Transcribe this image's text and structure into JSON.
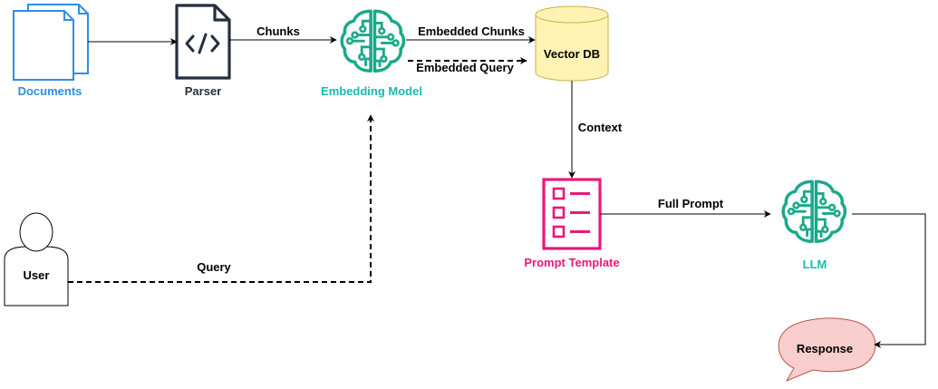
{
  "nodes": {
    "documents": {
      "label": "Documents",
      "icon": "documents-icon",
      "color": "#2d8ee6"
    },
    "parser": {
      "label": "Parser",
      "icon": "code-file-icon",
      "color": "#232f3e"
    },
    "embedding_model": {
      "label": "Embedding Model",
      "icon": "brain-circuit-icon",
      "color": "#1aa98a"
    },
    "vector_db": {
      "label": "Vector DB",
      "icon": "database-cylinder-icon",
      "color": "#fff2b3"
    },
    "prompt_template": {
      "label": "Prompt Template",
      "icon": "checklist-icon",
      "color": "#e8187b"
    },
    "llm": {
      "label": "LLM",
      "icon": "brain-circuit-icon",
      "color": "#1aa98a"
    },
    "user": {
      "label": "User",
      "icon": "person-icon"
    },
    "response": {
      "label": "Response",
      "icon": "speech-bubble-icon",
      "color": "#f8cecc"
    }
  },
  "edges": {
    "chunks": "Chunks",
    "embedded_chunks": "Embedded Chunks",
    "embedded_query": "Embedded Query",
    "context": "Context",
    "full_prompt": "Full Prompt",
    "query": "Query"
  }
}
